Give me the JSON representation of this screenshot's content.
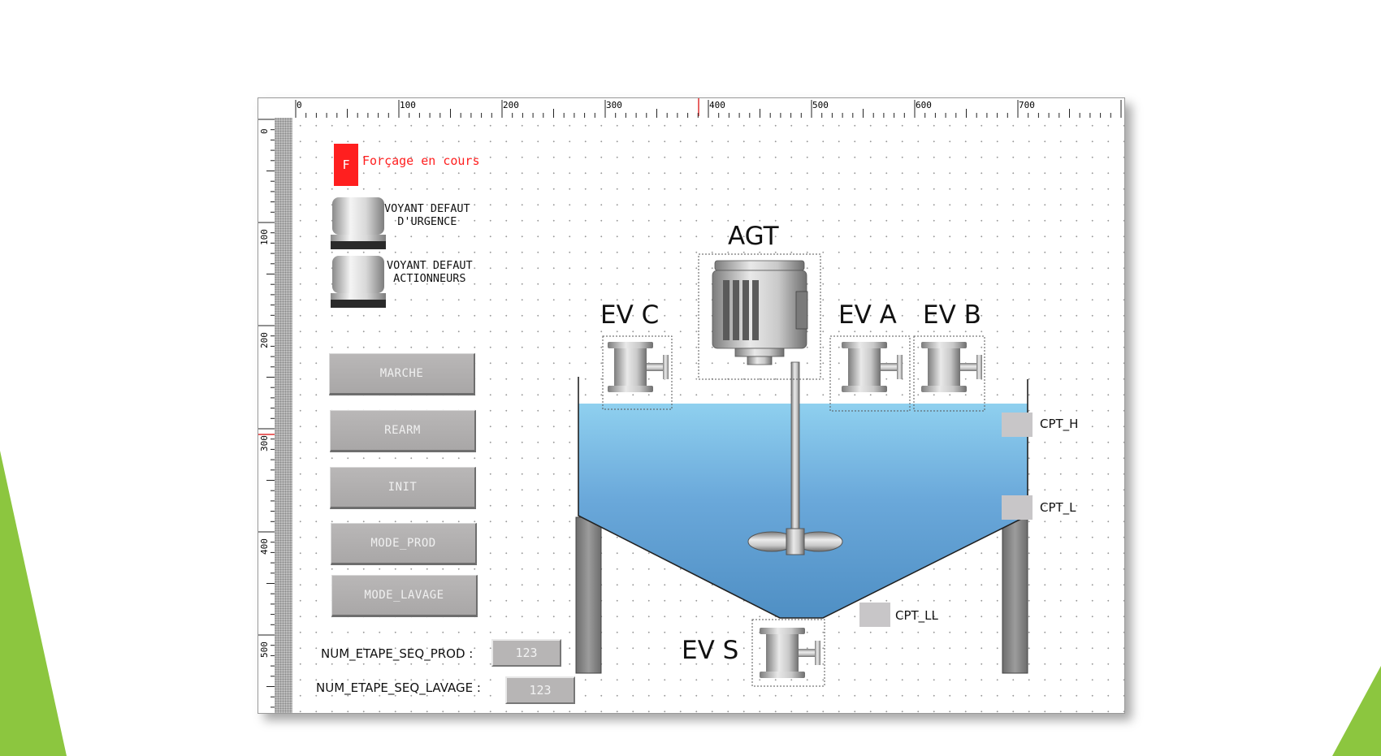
{
  "colors": {
    "slide_accent": "#8cc63f",
    "forcing_red": "#ff1f1f",
    "button_grey": "#b0aeae",
    "water_top": "#8fd0ef",
    "water_bottom": "#4f8fc4"
  },
  "rulers": {
    "horizontal_ticks": [
      "0",
      "100",
      "200",
      "300",
      "400",
      "500",
      "600",
      "700"
    ],
    "vertical_ticks": [
      "0",
      "100",
      "200",
      "300",
      "400",
      "500"
    ]
  },
  "forcing": {
    "badge": "F",
    "text": "Forçage en cours"
  },
  "lamps": [
    {
      "label": "VOYANT DEFAUT\nD'URGENCE"
    },
    {
      "label": "VOYANT DEFAUT\nACTIONNEURS"
    }
  ],
  "buttons": [
    {
      "label": "MARCHE"
    },
    {
      "label": "REARM"
    },
    {
      "label": "INIT"
    },
    {
      "label": "MODE_PROD"
    },
    {
      "label": "MODE_LAVAGE"
    }
  ],
  "counters": [
    {
      "label": "NUM_ETAPE_SEQ_PROD :",
      "value": "123"
    },
    {
      "label": "NUM_ETAPE_SEQ_LAVAGE :",
      "value": "123"
    }
  ],
  "process": {
    "agitator_label": "AGT",
    "valves": {
      "ev_c": "EV  C",
      "ev_a": "EV  A",
      "ev_b": "EV  B",
      "ev_s": "EV  S"
    },
    "sensors": {
      "cpt_h": "CPT_H",
      "cpt_l": "CPT_L",
      "cpt_ll": "CPT_LL"
    }
  }
}
